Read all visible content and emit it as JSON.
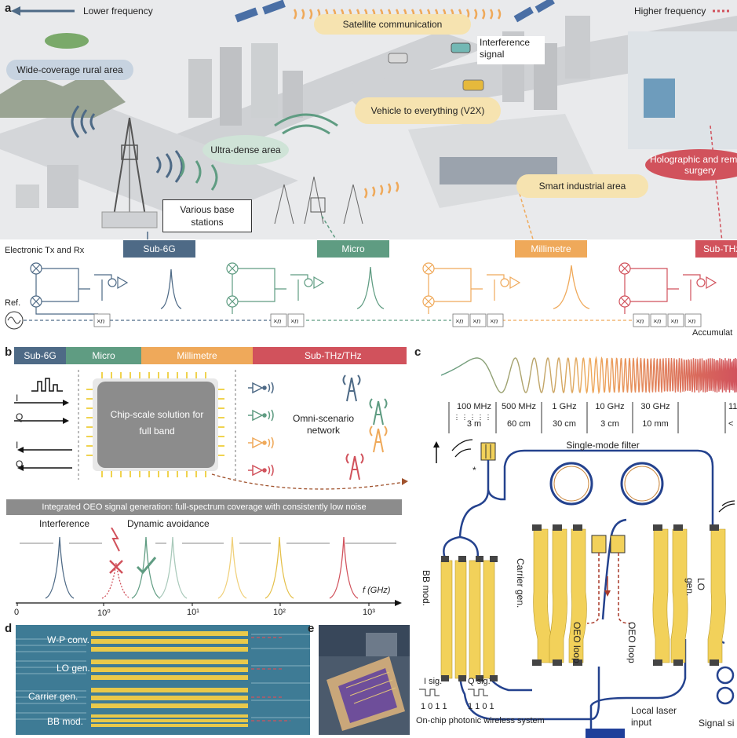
{
  "panel_a": {
    "label": "a",
    "lower_frequency": "Lower frequency",
    "higher_frequency": "Higher frequency",
    "satellite_communication": "Satellite communication",
    "interference_signal": "Interference signal",
    "wide_coverage": "Wide-coverage rural area",
    "v2x": "Vehicle to everything (V2X)",
    "ultra_dense": "Ultra-dense area",
    "smart_industrial": "Smart industrial area",
    "holographic": "Holographic and remote surgery",
    "base_stations": "Various base stations",
    "electronic_txrx": "Electronic Tx and Rx",
    "ref": "Ref.",
    "accumulated": "Accumulat",
    "bands": [
      "Sub-6G",
      "Micro",
      "Millimetre",
      "Sub-THz"
    ],
    "multiplier": "×n"
  },
  "panel_b": {
    "label": "b",
    "bands": [
      "Sub-6G",
      "Micro",
      "Millimetre",
      "Sub-THz/THz"
    ],
    "chip_text": "Chip-scale solution for full band",
    "io_labels": [
      "I",
      "Q",
      "I",
      "Q"
    ],
    "omni": "Omni-scenario network",
    "oeo_banner": "Integrated OEO signal generation: full-spectrum coverage with consistently low noise",
    "interference": "Interference",
    "dynamic_avoidance": "Dynamic avoidance",
    "axis_label": "f (GHz)",
    "ticks": [
      "0",
      "10⁰",
      "10¹",
      "10²",
      "10³"
    ]
  },
  "panel_c": {
    "label": "c",
    "scale": [
      {
        "freq": "100 MHz",
        "wl": "3 m"
      },
      {
        "freq": "500 MHz",
        "wl": "60 cm"
      },
      {
        "freq": "1 GHz",
        "wl": "30 cm"
      },
      {
        "freq": "10 GHz",
        "wl": "3 cm"
      },
      {
        "freq": "30 GHz",
        "wl": "10 mm"
      },
      {
        "freq": "11",
        "wl": "<"
      }
    ],
    "single_mode": "Single-mode filter",
    "bb_mod": "BB mod.",
    "carrier_gen": "Carrier gen.",
    "oeo_loop": "OEO loop",
    "lo_gen": "LO gen.",
    "i_sig": "I sig.",
    "q_sig": "Q sig.",
    "i_bits": "1 0 1 1",
    "q_bits": "1 1 0 1",
    "laser": "Local laser input",
    "system": "On-chip photonic wireless system",
    "signal_si": "Signal si",
    "star": "*"
  },
  "panel_d": {
    "label": "d",
    "rows": [
      "W-P conv.",
      "LO gen.",
      "Carrier gen.",
      "BB mod."
    ]
  },
  "panel_e": {
    "label": "e"
  },
  "colors": {
    "sub6g": "#4e6a86",
    "micro": "#5f9c82",
    "millimetre": "#efa95a",
    "subthz": "#d1525c",
    "chip": "#8c8c8c",
    "waveguide": "#24428e",
    "gold": "#f2d15a"
  }
}
